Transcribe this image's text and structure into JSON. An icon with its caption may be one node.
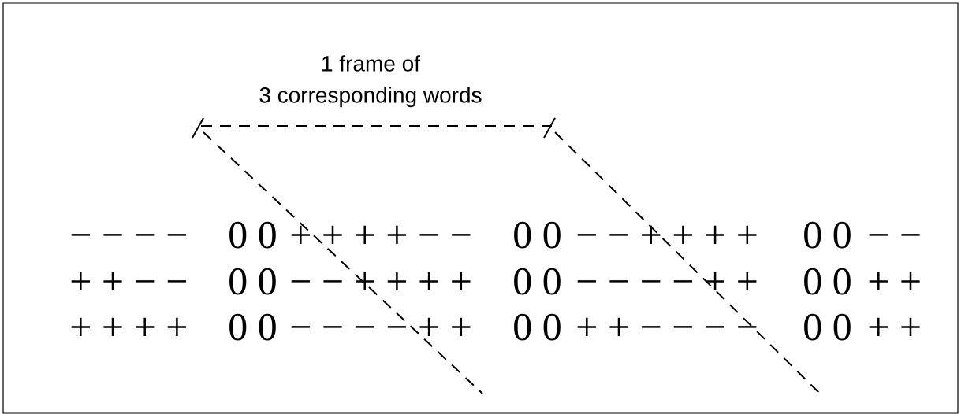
{
  "diagram": {
    "labels": [
      "1 frame of 3 corresponding words",
      "− − − −",
      "0 0",
      "+ + + + − −",
      "0 0",
      "− − + + + +",
      "0 0",
      "− −",
      "+ + − −",
      "0 0",
      "− − + + + +",
      "0 0",
      "− − − − + +",
      "0 0",
      "+ +",
      "+ + + +",
      "0 0",
      "− − − − + +",
      "0 0",
      "+ + − − − −",
      "0 0",
      "+ +"
    ]
  }
}
